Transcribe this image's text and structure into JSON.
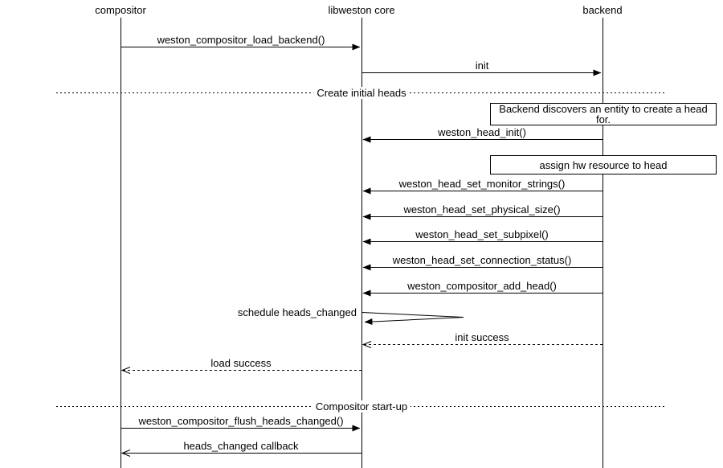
{
  "diagram": {
    "type": "sequence",
    "background_color": "#ffffff",
    "line_color": "#000000",
    "entities": [
      {
        "name": "compositor"
      },
      {
        "name": "libweston core"
      },
      {
        "name": "backend"
      }
    ],
    "dividers": [
      {
        "label": "Create initial heads"
      },
      {
        "label": "Compositor start-up"
      }
    ],
    "notes": [
      {
        "text": "Backend discovers an entity to create a head for.",
        "near": "backend"
      },
      {
        "text": "assign hw resource to head",
        "near": "backend"
      }
    ],
    "messages": [
      {
        "label": "weston_compositor_load_backend()",
        "from": "compositor",
        "to": "libweston core",
        "line": "solid",
        "head": "filled"
      },
      {
        "label": "init",
        "from": "libweston core",
        "to": "backend",
        "line": "solid",
        "head": "filled"
      },
      {
        "label": "weston_head_init()",
        "from": "backend",
        "to": "libweston core",
        "line": "solid",
        "head": "filled"
      },
      {
        "label": "weston_head_set_monitor_strings()",
        "from": "backend",
        "to": "libweston core",
        "line": "solid",
        "head": "filled"
      },
      {
        "label": "weston_head_set_physical_size()",
        "from": "backend",
        "to": "libweston core",
        "line": "solid",
        "head": "filled"
      },
      {
        "label": "weston_head_set_subpixel()",
        "from": "backend",
        "to": "libweston core",
        "line": "solid",
        "head": "filled"
      },
      {
        "label": "weston_head_set_connection_status()",
        "from": "backend",
        "to": "libweston core",
        "line": "solid",
        "head": "filled"
      },
      {
        "label": "weston_compositor_add_head()",
        "from": "backend",
        "to": "libweston core",
        "line": "solid",
        "head": "filled"
      },
      {
        "label": "schedule heads_changed",
        "from": "libweston core",
        "to": "libweston core",
        "line": "solid",
        "head": "filled",
        "self": true
      },
      {
        "label": "init success",
        "from": "backend",
        "to": "libweston core",
        "line": "dashed",
        "head": "open"
      },
      {
        "label": "load success",
        "from": "libweston core",
        "to": "compositor",
        "line": "dashed",
        "head": "open"
      },
      {
        "label": "weston_compositor_flush_heads_changed()",
        "from": "compositor",
        "to": "libweston core",
        "line": "solid",
        "head": "filled"
      },
      {
        "label": "heads_changed callback",
        "from": "libweston core",
        "to": "compositor",
        "line": "solid",
        "head": "open"
      }
    ]
  }
}
